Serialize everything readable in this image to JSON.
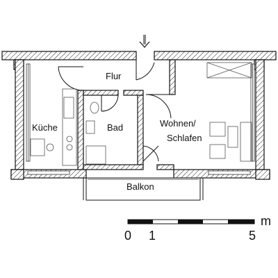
{
  "rooms": {
    "flur": "Flur",
    "kueche": "Küche",
    "bad": "Bad",
    "wohnen_line1": "Wohnen/",
    "wohnen_line2": "Schlafen",
    "balkon": "Balkon"
  },
  "scale_bar": {
    "labels": [
      "0",
      "1",
      "5"
    ],
    "unit": "m"
  },
  "icons": {
    "entrance": "entrance-arrow-icon"
  },
  "colors": {
    "wall_outline": "#111111",
    "background": "#ffffff"
  }
}
